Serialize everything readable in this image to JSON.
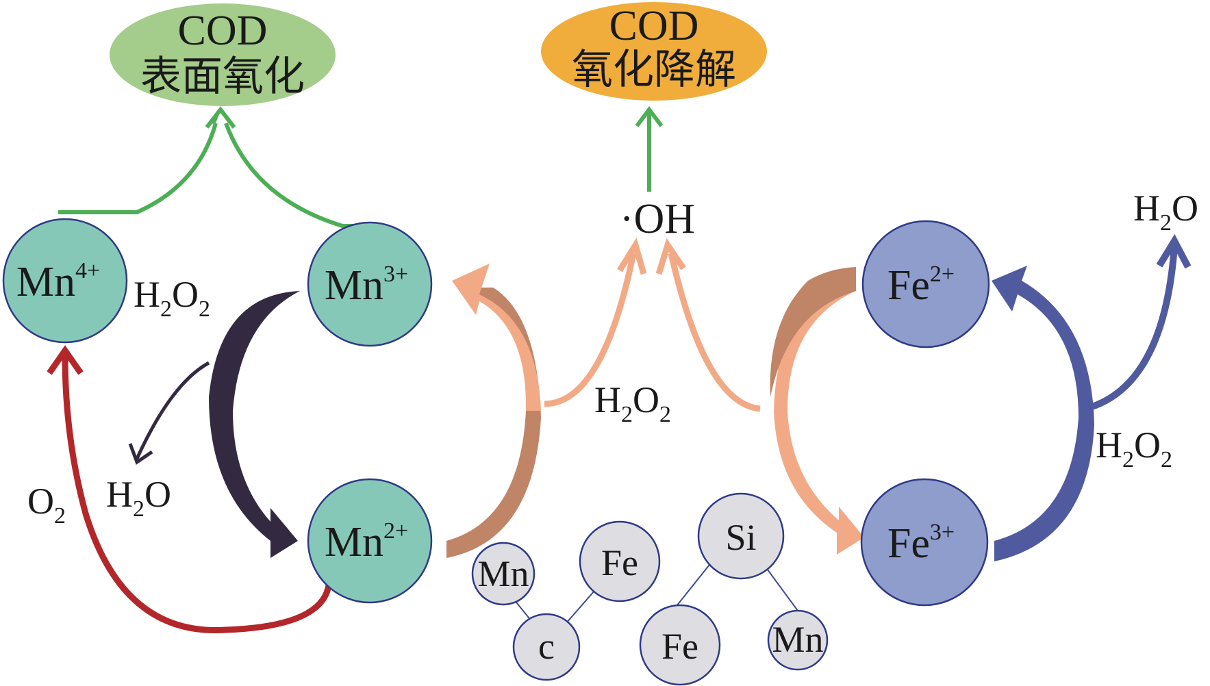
{
  "diagram": {
    "ellipses": {
      "surface_oxidation": {
        "line1": "COD",
        "line2": "表面氧化",
        "color": "#a4cc8a"
      },
      "oxidative_degradation": {
        "line1": "COD",
        "line2": "氧化降解",
        "color": "#f0ad3c"
      }
    },
    "radical": "·OH",
    "ions": {
      "mn4": {
        "symbol": "Mn",
        "charge": "4+"
      },
      "mn3": {
        "symbol": "Mn",
        "charge": "3+"
      },
      "mn2": {
        "symbol": "Mn",
        "charge": "2+"
      },
      "fe2": {
        "symbol": "Fe",
        "charge": "2+"
      },
      "fe3": {
        "symbol": "Fe",
        "charge": "3+"
      }
    },
    "species": {
      "h2o2": {
        "a": "H",
        "b": "2",
        "c": "O",
        "d": "2"
      },
      "h2o": {
        "a": "H",
        "b": "2",
        "c": "O"
      },
      "o2": {
        "a": "O",
        "b": "2"
      }
    },
    "atoms": {
      "cluster1": [
        "Mn",
        "Fe",
        "c"
      ],
      "cluster2": [
        "Si",
        "Fe",
        "Mn"
      ]
    },
    "colors": {
      "mn_circle": "#86c8b8",
      "fe_circle": "#8f9dcc",
      "atom_circle": "#dedee2",
      "green_arrow": "#4cae55",
      "dark_arrow": "#332a42",
      "red_arrow": "#b3272a",
      "peach_arrow": "#f2aa86",
      "brown_arrow": "#c08466",
      "blue_arrow": "#4f5b9e"
    }
  }
}
